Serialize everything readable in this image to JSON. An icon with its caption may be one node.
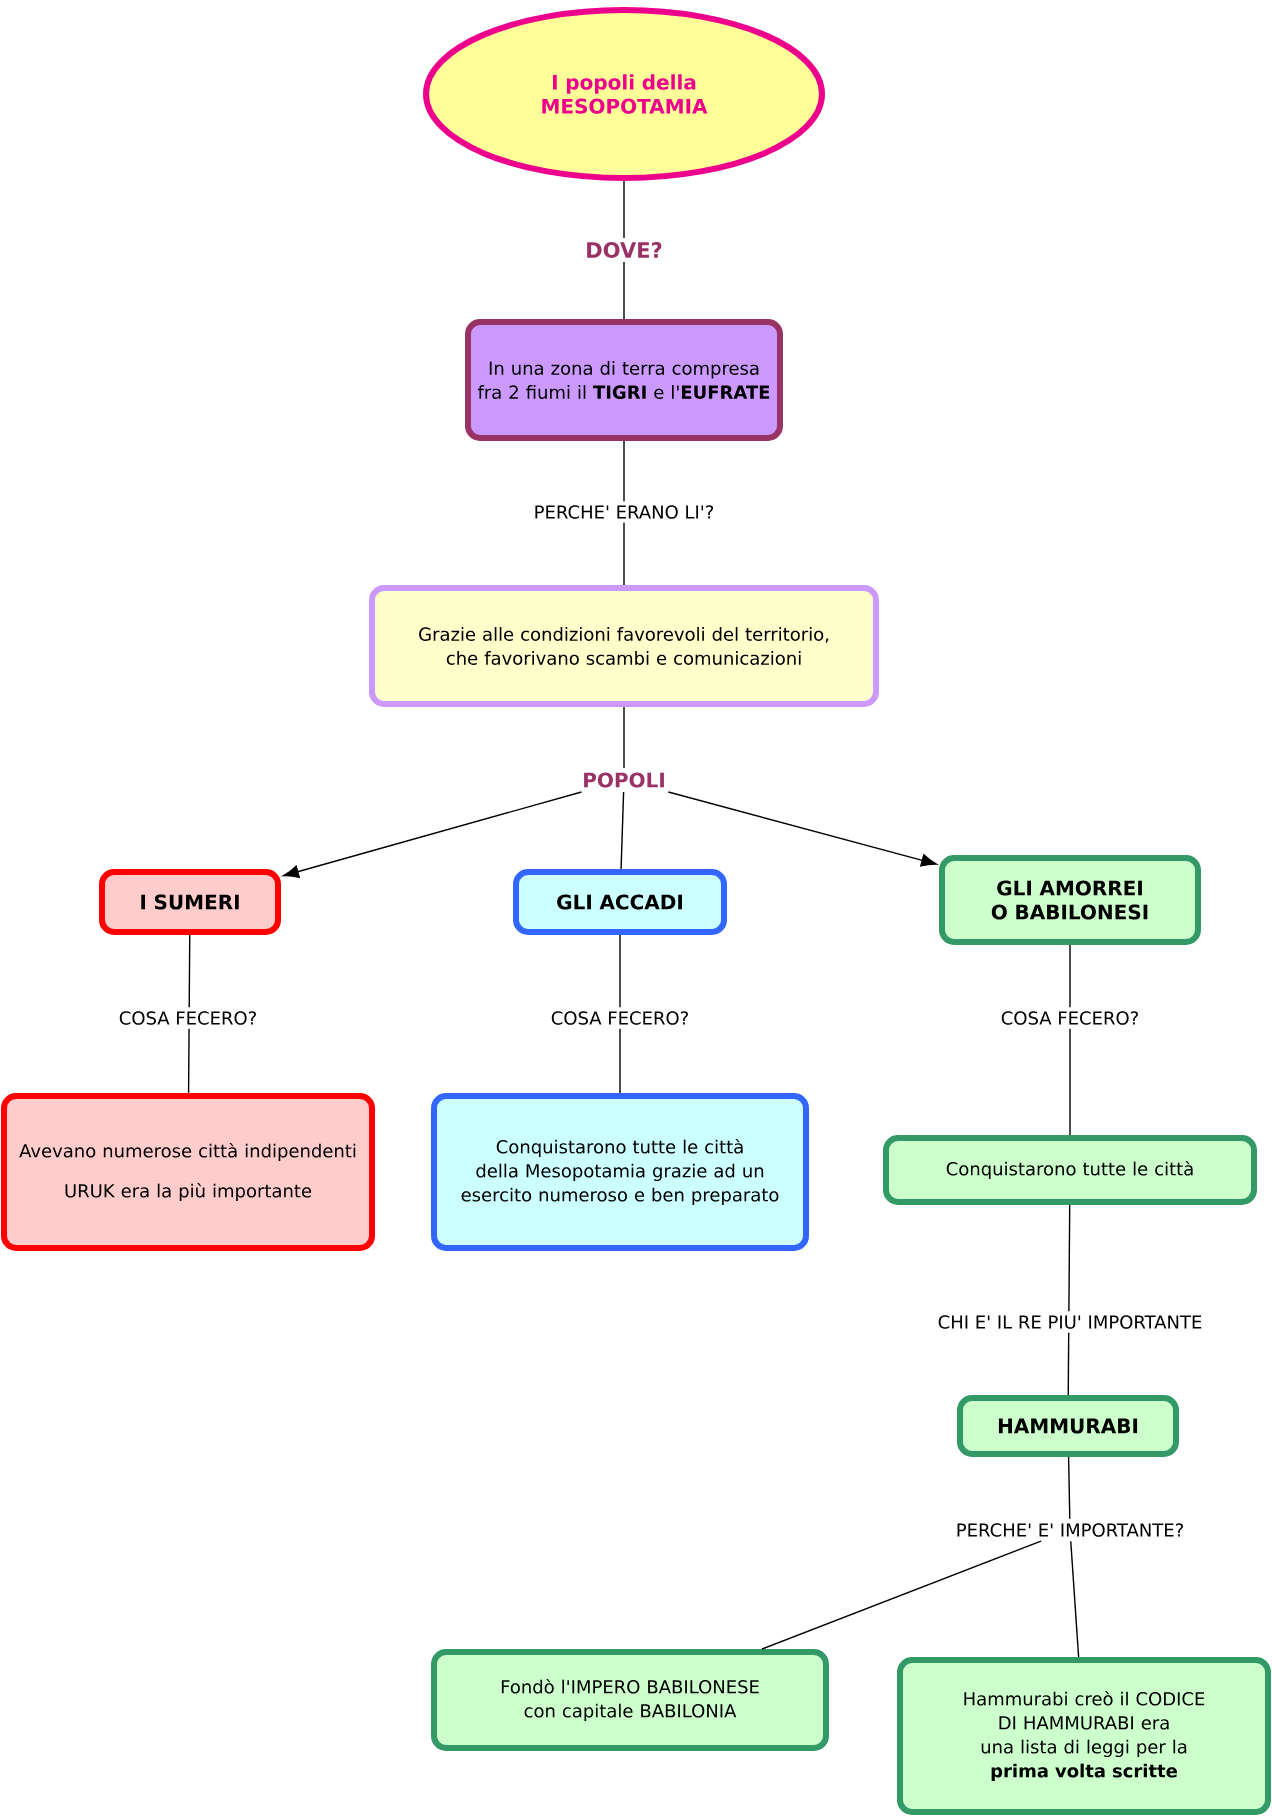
{
  "diagram": {
    "nodes": [
      {
        "text": [
          "I popoli della MESOPOTAMIA"
        ]
      },
      {
        "text": [
          "In una zona di terra compresa fra 2 fiumi il **TIGRI** e l'**EUFRATE**"
        ]
      },
      {
        "text": [
          "Grazie alle condizioni favorevoli del territorio, che favorivano scambi e comunicazioni"
        ]
      },
      {
        "text": [
          "POPOLI"
        ]
      },
      {
        "text": [
          "I SUMERI"
        ]
      },
      {
        "text": [
          "GLI ACCADI"
        ]
      },
      {
        "text": [
          "GLI AMORREI O BABILONESI"
        ]
      },
      {
        "text": [
          "Avevano numerose città indipendenti",
          "URUK era la più importante"
        ]
      },
      {
        "text": [
          "Conquistarono tutte le città della Mesopotamia grazie ad un esercito numeroso e ben preparato"
        ]
      },
      {
        "text": [
          "Conquistarono tutte le città"
        ]
      },
      {
        "text": [
          "HAMMURABI"
        ]
      },
      {
        "text": [
          "PERCHE' E' IMPORTANTE?"
        ]
      },
      {
        "text": [
          "Fondò l'IMPERO BABILONESE con capitale BABILONIA"
        ]
      },
      {
        "text": [
          "Hammurabi creò il CODICE DI HAMMURABI era una lista di leggi per la **prima volta scritte**"
        ]
      }
    ],
    "edges": [
      {
        "from": 0,
        "to": 1,
        "arrow": "none",
        "label": "DOVE?"
      },
      {
        "from": 1,
        "to": 2,
        "arrow": "none",
        "label": "PERCHE' ERANO LI'?"
      },
      {
        "from": 2,
        "to": 3,
        "arrow": "none"
      },
      {
        "from": 3,
        "to": 4,
        "arrow": "to"
      },
      {
        "from": 3,
        "to": 5,
        "arrow": "none"
      },
      {
        "from": 3,
        "to": 6,
        "arrow": "to"
      },
      {
        "from": 4,
        "to": 7,
        "arrow": "none",
        "label": "COSA FECERO?"
      },
      {
        "from": 5,
        "to": 8,
        "arrow": "none",
        "label": "COSA FECERO?"
      },
      {
        "from": 6,
        "to": 9,
        "arrow": "none",
        "label": "COSA FECERO?"
      },
      {
        "from": 9,
        "to": 10,
        "arrow": "none",
        "label": "CHI E' IL RE PIU' IMPORTANTE"
      },
      {
        "from": 10,
        "to": 11,
        "arrow": "none"
      },
      {
        "from": 11,
        "to": 12,
        "arrow": "none"
      },
      {
        "from": 11,
        "to": 13,
        "arrow": "none"
      }
    ]
  }
}
